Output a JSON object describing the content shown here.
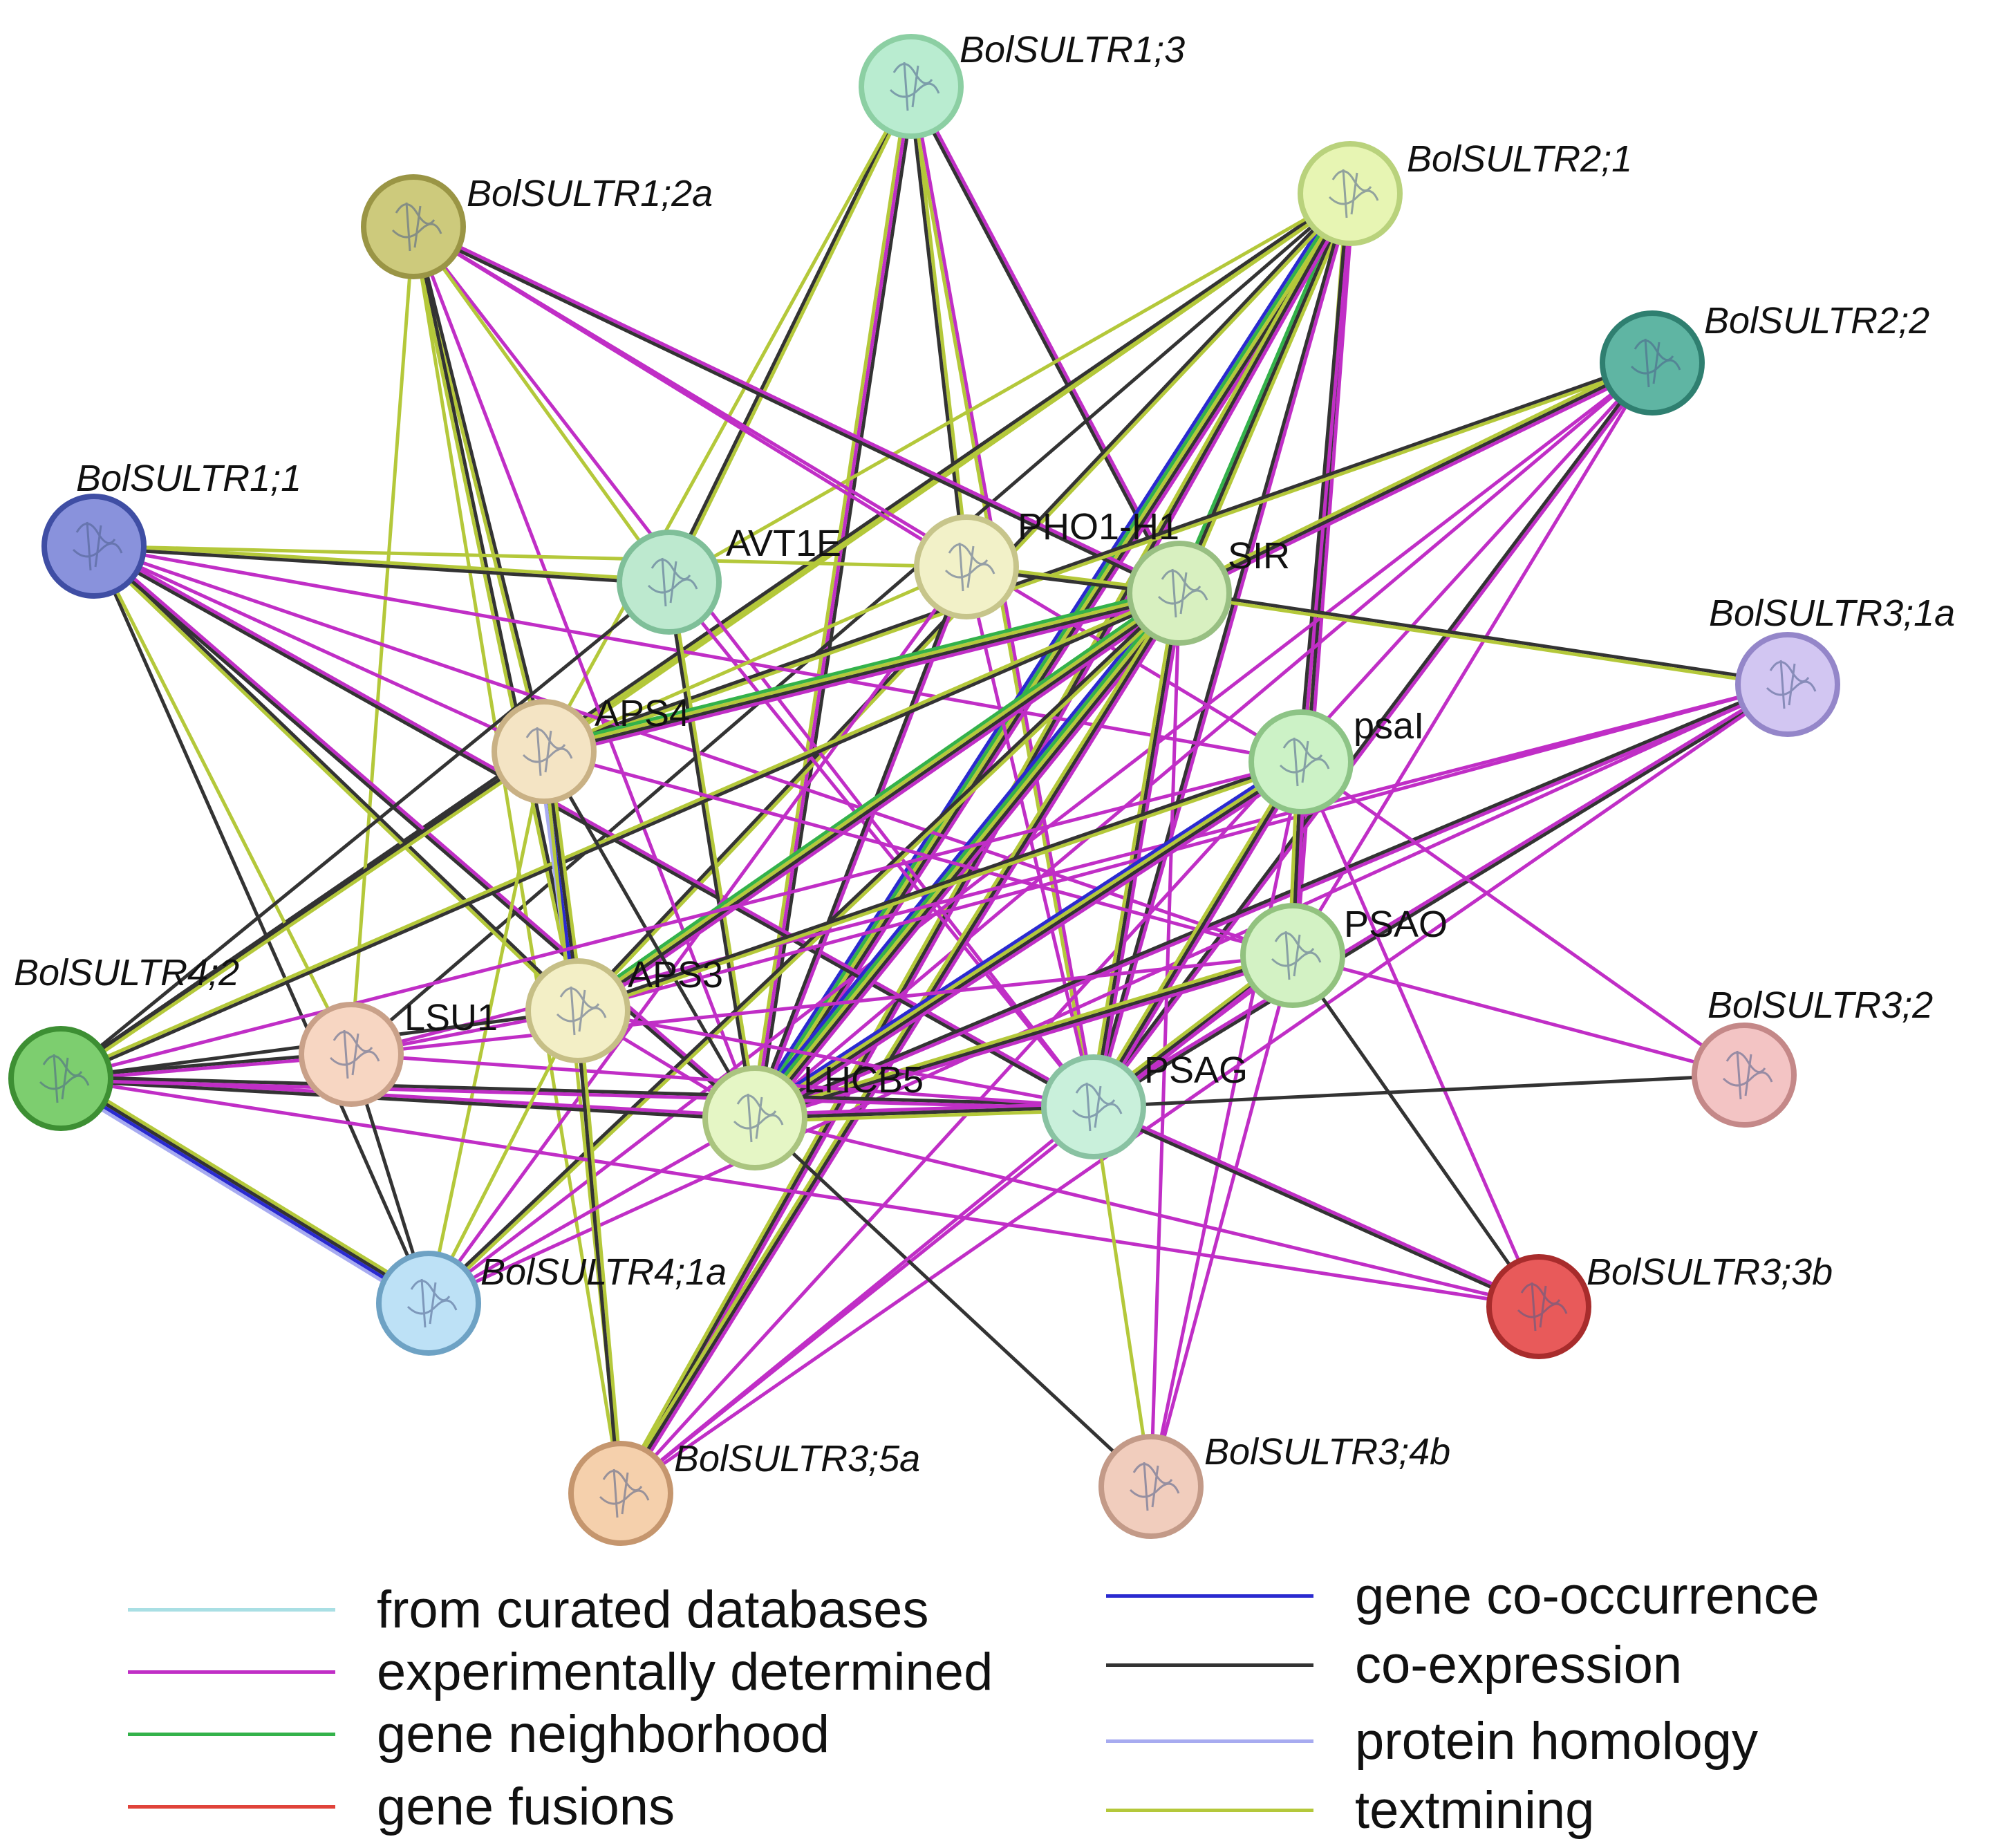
{
  "nodes": [
    {
      "id": "BolSULTR1;3",
      "label": "BolSULTR1;3",
      "italic": true,
      "fill": "#b9ecd0",
      "stroke": "#8ccfa3"
    },
    {
      "id": "BolSULTR2;1",
      "label": "BolSULTR2;1",
      "italic": true,
      "fill": "#e7f5b3",
      "stroke": "#b9d27c"
    },
    {
      "id": "BolSULTR1;2a",
      "label": "BolSULTR1;2a",
      "italic": true,
      "fill": "#cdca7c",
      "stroke": "#9a9545"
    },
    {
      "id": "BolSULTR2;2",
      "label": "BolSULTR2;2",
      "italic": true,
      "fill": "#5fb5a3",
      "stroke": "#2f7f70"
    },
    {
      "id": "BolSULTR1;1",
      "label": "BolSULTR1;1",
      "italic": true,
      "fill": "#8992dc",
      "stroke": "#3f4ea4"
    },
    {
      "id": "AVT1E",
      "label": "AVT1E",
      "italic": false,
      "fill": "#bde9cf",
      "stroke": "#7fbf99"
    },
    {
      "id": "PHO1-H1",
      "label": "PHO1-H1",
      "italic": false,
      "fill": "#f2f1c8",
      "stroke": "#c7c58b"
    },
    {
      "id": "SIR",
      "label": "SIR",
      "italic": false,
      "fill": "#d8f0c0",
      "stroke": "#98bf82"
    },
    {
      "id": "BolSULTR3;1a",
      "label": "BolSULTR3;1a",
      "italic": true,
      "fill": "#d2c6f2",
      "stroke": "#9486c9"
    },
    {
      "id": "APS4",
      "label": "APS4",
      "italic": false,
      "fill": "#f4e4c4",
      "stroke": "#c9b185"
    },
    {
      "id": "psaI",
      "label": "psaI",
      "italic": false,
      "fill": "#ccf2c6",
      "stroke": "#8dc486"
    },
    {
      "id": "PSAO",
      "label": "PSAO",
      "italic": false,
      "fill": "#d3f2c4",
      "stroke": "#92c27f"
    },
    {
      "id": "BolSULTR4;2",
      "label": "BolSULTR4;2",
      "italic": true,
      "fill": "#7dce6f",
      "stroke": "#3d8f33"
    },
    {
      "id": "LSU1",
      "label": "LSU1",
      "italic": false,
      "fill": "#f7d6c2",
      "stroke": "#c9a189"
    },
    {
      "id": "APS3",
      "label": "APS3",
      "italic": false,
      "fill": "#f3efc6",
      "stroke": "#c6bf86"
    },
    {
      "id": "BolSULTR3;2",
      "label": "BolSULTR3;2",
      "italic": true,
      "fill": "#f3c4c4",
      "stroke": "#c48888"
    },
    {
      "id": "LHCB5",
      "label": "LHCB5",
      "italic": false,
      "fill": "#e5f6c5",
      "stroke": "#aac47f"
    },
    {
      "id": "PSAG",
      "label": "PSAG",
      "italic": false,
      "fill": "#c9f0db",
      "stroke": "#89c2a2"
    },
    {
      "id": "BolSULTR4;1a",
      "label": "BolSULTR4;1a",
      "italic": true,
      "fill": "#bde1f6",
      "stroke": "#6ea2c4"
    },
    {
      "id": "BolSULTR3;3b",
      "label": "BolSULTR3;3b",
      "italic": true,
      "fill": "#e85a5a",
      "stroke": "#a82c2c"
    },
    {
      "id": "BolSULTR3;5a",
      "label": "BolSULTR3;5a",
      "italic": true,
      "fill": "#f5d0ac",
      "stroke": "#c5966e"
    },
    {
      "id": "BolSULTR3;4b",
      "label": "BolSULTR3;4b",
      "italic": true,
      "fill": "#f1cdbd",
      "stroke": "#c39a88"
    }
  ],
  "edges": [
    [
      "BolSULTR1;3",
      "AVT1E",
      "tc"
    ],
    [
      "BolSULTR1;3",
      "PHO1-H1",
      "tc"
    ],
    [
      "BolSULTR1;3",
      "SIR",
      "ec"
    ],
    [
      "BolSULTR1;3",
      "LHCB5",
      "cet"
    ],
    [
      "BolSULTR1;3",
      "PSAG",
      "et"
    ],
    [
      "BolSULTR1;3",
      "APS4",
      "t"
    ],
    [
      "BolSULTR2;1",
      "APS4",
      "tc"
    ],
    [
      "BolSULTR2;1",
      "SIR",
      "tcg"
    ],
    [
      "BolSULTR2;1",
      "LHCB5",
      "ectgd"
    ],
    [
      "BolSULTR2;1",
      "APS3",
      "tc"
    ],
    [
      "BolSULTR2;1",
      "PSAG",
      "ec"
    ],
    [
      "BolSULTR2;1",
      "PSAO",
      "ect"
    ],
    [
      "BolSULTR2;1",
      "psaI",
      "ec"
    ],
    [
      "BolSULTR2;1",
      "BolSULTR3;5a",
      "ect"
    ],
    [
      "BolSULTR2;1",
      "BolSULTR4;2",
      "tc"
    ],
    [
      "BolSULTR2;1",
      "AVT1E",
      "t"
    ],
    [
      "BolSULTR2;1",
      "LSU1",
      "c"
    ],
    [
      "BolSULTR1;2a",
      "APS4",
      "ct"
    ],
    [
      "BolSULTR1;2a",
      "APS3",
      "ct"
    ],
    [
      "BolSULTR1;2a",
      "SIR",
      "ec"
    ],
    [
      "BolSULTR1;2a",
      "PHO1-H1",
      "e"
    ],
    [
      "BolSULTR1;2a",
      "LHCB5",
      "e"
    ],
    [
      "BolSULTR1;2a",
      "PSAG",
      "e"
    ],
    [
      "BolSULTR1;2a",
      "LSU1",
      "t"
    ],
    [
      "BolSULTR1;2a",
      "BolSULTR3;5a",
      "t"
    ],
    [
      "BolSULTR1;2a",
      "AVT1E",
      "t"
    ],
    [
      "BolSULTR1;2a",
      "psaI",
      "e"
    ],
    [
      "BolSULTR2;2",
      "APS4",
      "tc"
    ],
    [
      "BolSULTR2;2",
      "SIR",
      "ect"
    ],
    [
      "BolSULTR2;2",
      "LHCB5",
      "e"
    ],
    [
      "BolSULTR2;2",
      "PSAG",
      "ec"
    ],
    [
      "BolSULTR2;2",
      "BolSULTR3;5a",
      "e"
    ],
    [
      "BolSULTR2;2",
      "BolSULTR4;1a",
      "e"
    ],
    [
      "BolSULTR2;2",
      "PSAO",
      "e"
    ],
    [
      "BolSULTR1;1",
      "AVT1E",
      "tc"
    ],
    [
      "BolSULTR1;1",
      "PHO1-H1",
      "t"
    ],
    [
      "BolSULTR1;1",
      "APS4",
      "e"
    ],
    [
      "BolSULTR1;1",
      "APS3",
      "ct"
    ],
    [
      "BolSULTR1;1",
      "LHCB5",
      "ec"
    ],
    [
      "BolSULTR1;1",
      "PSAG",
      "ec"
    ],
    [
      "BolSULTR1;1",
      "PSAO",
      "e"
    ],
    [
      "BolSULTR1;1",
      "psaI",
      "e"
    ],
    [
      "BolSULTR1;1",
      "BolSULTR4;1a",
      "c"
    ],
    [
      "BolSULTR1;1",
      "LSU1",
      "t"
    ],
    [
      "AVT1E",
      "BolSULTR4;2",
      "c"
    ],
    [
      "AVT1E",
      "LHCB5",
      "tc"
    ],
    [
      "AVT1E",
      "PSAG",
      "e"
    ],
    [
      "PHO1-H1",
      "SIR",
      "tc"
    ],
    [
      "PHO1-H1",
      "LHCB5",
      "ec"
    ],
    [
      "PHO1-H1",
      "PSAG",
      "e"
    ],
    [
      "PHO1-H1",
      "BolSULTR4;1a",
      "e"
    ],
    [
      "PHO1-H1",
      "APS4",
      "t"
    ],
    [
      "SIR",
      "APS4",
      "ectg"
    ],
    [
      "SIR",
      "APS3",
      "ectg"
    ],
    [
      "SIR",
      "LHCB5",
      "ectgd"
    ],
    [
      "SIR",
      "PSAG",
      "ect"
    ],
    [
      "SIR",
      "BolSULTR3;1a",
      "ct"
    ],
    [
      "SIR",
      "BolSULTR4;2",
      "ct"
    ],
    [
      "SIR",
      "BolSULTR3;5a",
      "ect"
    ],
    [
      "SIR",
      "BolSULTR3;4b",
      "e"
    ],
    [
      "SIR",
      "BolSULTR4;1a",
      "tc"
    ],
    [
      "BolSULTR3;1a",
      "LSU1",
      "e"
    ],
    [
      "BolSULTR3;1a",
      "LHCB5",
      "ec"
    ],
    [
      "BolSULTR3;1a",
      "PSAG",
      "ce"
    ],
    [
      "BolSULTR3;1a",
      "BolSULTR4;1a",
      "e"
    ],
    [
      "BolSULTR3;1a",
      "APS3",
      "e"
    ],
    [
      "BolSULTR3;1a",
      "BolSULTR3;5a",
      "e"
    ],
    [
      "APS4",
      "APS3",
      "tcdh"
    ],
    [
      "APS4",
      "BolSULTR4;1a",
      "t"
    ],
    [
      "APS4",
      "BolSULTR4;2",
      "tc"
    ],
    [
      "APS4",
      "LHCB5",
      "c"
    ],
    [
      "APS4",
      "PSAO",
      "e"
    ],
    [
      "APS4",
      "BolSULTR3;5a",
      "t"
    ],
    [
      "psaI",
      "PSAO",
      "ect"
    ],
    [
      "psaI",
      "PSAG",
      "ect"
    ],
    [
      "psaI",
      "LHCB5",
      "ectd"
    ],
    [
      "psaI",
      "APS3",
      "tc"
    ],
    [
      "psaI",
      "BolSULTR4;2",
      "e"
    ],
    [
      "psaI",
      "BolSULTR3;4b",
      "e"
    ],
    [
      "psaI",
      "BolSULTR3;3b",
      "e"
    ],
    [
      "psaI",
      "BolSULTR3;2",
      "e"
    ],
    [
      "PSAO",
      "PSAG",
      "ect"
    ],
    [
      "PSAO",
      "LHCB5",
      "ect"
    ],
    [
      "PSAO",
      "LSU1",
      "e"
    ],
    [
      "PSAO",
      "BolSULTR3;3b",
      "c"
    ],
    [
      "PSAO",
      "BolSULTR3;5a",
      "e"
    ],
    [
      "PSAO",
      "BolSULTR3;4b",
      "e"
    ],
    [
      "BolSULTR4;2",
      "BolSULTR4;1a",
      "tcdh"
    ],
    [
      "BolSULTR4;2",
      "LSU1",
      "ce"
    ],
    [
      "BolSULTR4;2",
      "APS3",
      "c"
    ],
    [
      "BolSULTR4;2",
      "LHCB5",
      "ec"
    ],
    [
      "BolSULTR4;2",
      "PSAG",
      "ce"
    ],
    [
      "BolSULTR4;2",
      "BolSULTR3;3b",
      "e"
    ],
    [
      "LSU1",
      "APS3",
      "e"
    ],
    [
      "LSU1",
      "BolSULTR4;1a",
      "c"
    ],
    [
      "LSU1",
      "PSAG",
      "e"
    ],
    [
      "APS3",
      "LHCB5",
      "e"
    ],
    [
      "APS3",
      "BolSULTR3;5a",
      "tc"
    ],
    [
      "APS3",
      "BolSULTR4;1a",
      "t"
    ],
    [
      "APS3",
      "PSAG",
      "e"
    ],
    [
      "LHCB5",
      "PSAG",
      "ect"
    ],
    [
      "LHCB5",
      "BolSULTR3;3b",
      "e"
    ],
    [
      "LHCB5",
      "BolSULTR3;4b",
      "c"
    ],
    [
      "LHCB5",
      "BolSULTR4;1a",
      "e"
    ],
    [
      "PSAG",
      "BolSULTR3;3b",
      "ec"
    ],
    [
      "PSAG",
      "BolSULTR3;2",
      "c"
    ],
    [
      "PSAG",
      "BolSULTR3;4b",
      "t"
    ],
    [
      "PSAG",
      "BolSULTR3;5a",
      "e"
    ],
    [
      "BolSULTR3;2",
      "PSAO",
      "e"
    ]
  ],
  "edge_type_colors": {
    "c": "#333333",
    "e": "#c02ec6",
    "t": "#b4c83a",
    "g": "#33b24a",
    "d": "#2a2ad0",
    "h": "#a7abf0",
    "u": "#74c6d4"
  },
  "legend": [
    {
      "label": "from curated databases",
      "color": "#a9dfe4"
    },
    {
      "label": "experimentally determined",
      "color": "#c02ec6"
    },
    {
      "label": "gene neighborhood",
      "color": "#33b24a"
    },
    {
      "label": "gene fusions",
      "color": "#e0433a"
    },
    {
      "label": "gene co-occurrence",
      "color": "#2a2ad0"
    },
    {
      "label": "co-expression",
      "color": "#333333"
    },
    {
      "label": "protein homology",
      "color": "#a7abf0"
    },
    {
      "label": "textmining",
      "color": "#b4c83a"
    }
  ]
}
